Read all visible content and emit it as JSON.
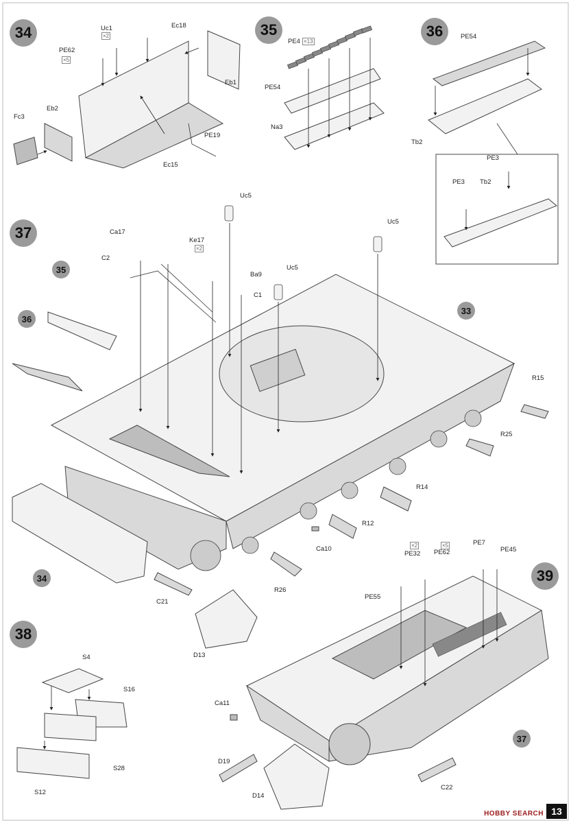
{
  "page_number": "13",
  "watermark": "HOBBY SEARCH",
  "steps": {
    "s34": "34",
    "s35": "35",
    "s36": "36",
    "s37": "37",
    "s38": "38",
    "s39": "39"
  },
  "refs": {
    "r35": "35",
    "r36": "36",
    "r33": "33",
    "r34": "34",
    "r37": "37"
  },
  "labels": {
    "uc1": "Uc1",
    "ec18": "Ec18",
    "pe62a": "PE62",
    "eb1": "Eb1",
    "eb2": "Eb2",
    "fc3": "Fc3",
    "pe19": "PE19",
    "ec15": "Ec15",
    "pe4": "PE4",
    "pe54a": "PE54",
    "na3": "Na3",
    "pe54b": "PE54",
    "tb2a": "Tb2",
    "pe3a": "PE3",
    "pe3b": "PE3",
    "tb2b": "Tb2",
    "uc5a": "Uc5",
    "uc5b": "Uc5",
    "uc5c": "Uc5",
    "ca17": "Ca17",
    "ke17": "Ke17",
    "c2": "C2",
    "ba9": "Ba9",
    "c1": "C1",
    "r15": "R15",
    "r25": "R25",
    "r14": "R14",
    "r12": "R12",
    "ca10": "Ca10",
    "r26": "R26",
    "c21": "C21",
    "d13": "D13",
    "s4": "S4",
    "s16": "S16",
    "s28": "S28",
    "s12": "S12",
    "pe32": "PE32",
    "pe62b": "PE62",
    "pe7": "PE7",
    "pe45": "PE45",
    "pe55": "PE55",
    "ca11": "Ca11",
    "d19": "D19",
    "d14": "D14",
    "c22": "C22"
  },
  "quantities": {
    "uc1": "×2",
    "pe62a": "×5",
    "pe4": "×13",
    "ke17": "×2",
    "pe32": "×2",
    "pe62b": "×5"
  }
}
